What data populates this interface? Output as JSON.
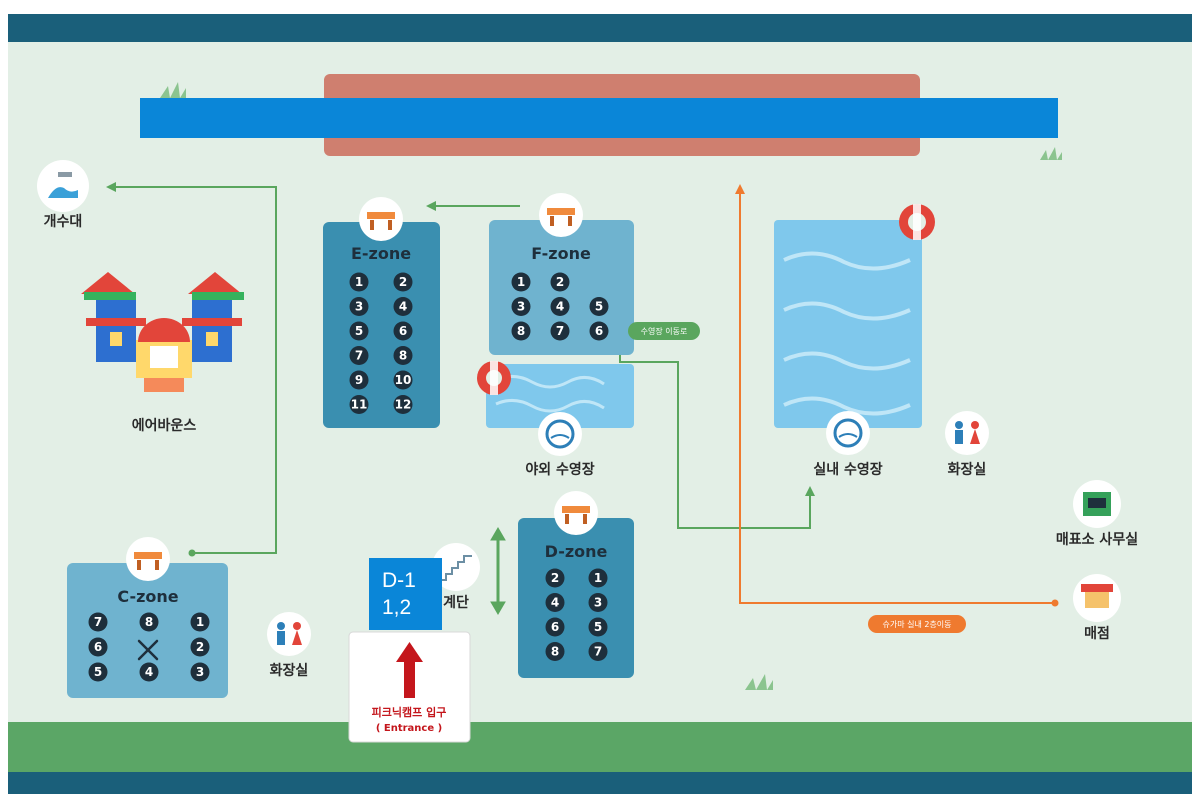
{
  "colors": {
    "ground": "#e3efe6",
    "frame": "#1a5f7a",
    "grass": "#5ba666",
    "zone_card": "#3a8fb0",
    "zone_card_light": "#6fb3cf",
    "zone_card_alt": "#4d9cc0",
    "green_arrow": "#5aa65e",
    "orange_arrow": "#ef7a2f",
    "banner": "#0a86d8",
    "entrance_arrow": "#c4161c",
    "pool_water": "#7fc8ec"
  },
  "places": {
    "water_fountain": "개수대",
    "air_bounce": "에어바운스",
    "outdoor_pool": "야외 수영장",
    "indoor_pool": "실내 수영장",
    "restroom_right": "화장실",
    "restroom_left": "화장실",
    "ticket_office": "매표소 사무실",
    "shop": "매점",
    "stairs": "계단",
    "entrance_main": "피크닉캠프 입구",
    "entrance_sub": "( Entrance )"
  },
  "pills": {
    "pool_route": "수영장 이동로",
    "indoor_route": "슈가마 실내 2층이동"
  },
  "overlay": {
    "line1": "D-1",
    "line2": "1,2"
  },
  "zones": {
    "e": {
      "title": "E-zone",
      "rows": [
        [
          "1",
          "2"
        ],
        [
          "3",
          "4"
        ],
        [
          "5",
          "6"
        ],
        [
          "7",
          "8"
        ],
        [
          "9",
          "10"
        ],
        [
          "11",
          "12"
        ]
      ]
    },
    "f": {
      "title": "F-zone",
      "rows": [
        [
          "1",
          "2",
          ""
        ],
        [
          "3",
          "4",
          "5"
        ],
        [
          "8",
          "7",
          "6"
        ]
      ]
    },
    "d": {
      "title": "D-zone",
      "rows": [
        [
          "2",
          "1"
        ],
        [
          "4",
          "3"
        ],
        [
          "6",
          "5"
        ],
        [
          "8",
          "7"
        ]
      ]
    },
    "c": {
      "title": "C-zone",
      "rows": [
        [
          "7",
          "8",
          "1"
        ],
        [
          "6",
          "",
          "2"
        ],
        [
          "5",
          "4",
          "3"
        ]
      ]
    }
  }
}
